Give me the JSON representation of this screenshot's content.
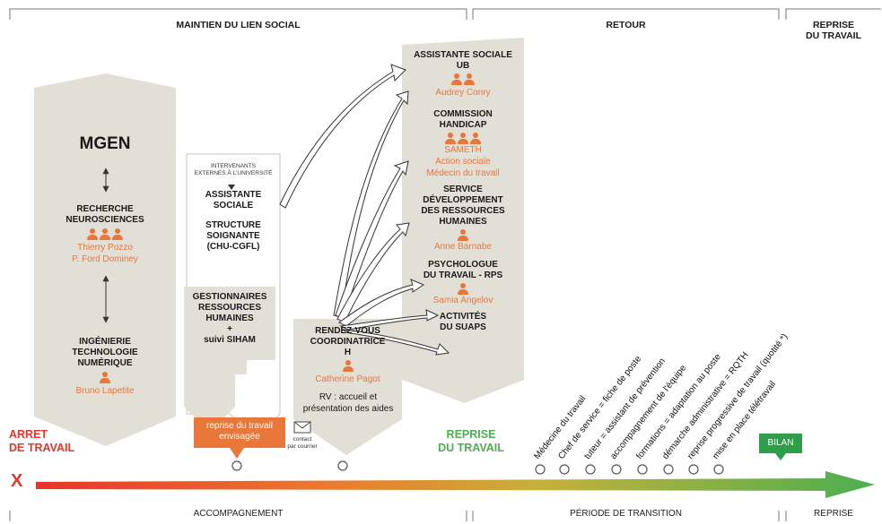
{
  "header": {
    "maintien": "MAINTIEN DU LIEN SOCIAL",
    "retour": "RETOUR",
    "reprise_line1": "REPRISE",
    "reprise_line2": "DU TRAVAIL"
  },
  "footer": {
    "accompagnement": "ACCOMPAGNEMENT",
    "transition": "PÉRIODE DE TRANSITION",
    "reprise": "REPRISE"
  },
  "mgen": {
    "title": "MGEN",
    "recherche": [
      "RECHERCHE",
      "NEUROSCIENCES"
    ],
    "recherche_people": [
      "Thierry Pozzo",
      "P. Ford Dominey"
    ],
    "ingenierie": [
      "INGÉNIERIE",
      "TECHNOLOGIE",
      "NUMÉRIQUE"
    ],
    "ingenierie_people": [
      "Bruno Lapetite"
    ]
  },
  "externes": {
    "intro": [
      "INTERVENANTS",
      "EXTERNES À L'UNIVERSITÉ"
    ],
    "assistante": [
      "ASSISTANTE",
      "SOCIALE"
    ],
    "structure": [
      "STRUCTURE",
      "SOIGNANTE",
      "(CHU-CGFL)"
    ]
  },
  "gestionnaires": [
    "GESTIONNAIRES",
    "RESSOURCES",
    "HUMAINES",
    "+",
    "suivi SIHAM"
  ],
  "rdv": {
    "title": [
      "RENDEZ-VOUS",
      "COORDINATRICE",
      "H"
    ],
    "person": "Catherine Pagot",
    "desc": [
      "RV : accueil et",
      "présentation des aides"
    ]
  },
  "retour_panel": {
    "assistante_ub": [
      "ASSISTANTE SOCIALE",
      "UB"
    ],
    "assistante_ub_person": "Audrey Conry",
    "commission": [
      "COMMISSION",
      "HANDICAP"
    ],
    "commission_people": [
      "SAMETH",
      "Action sociale",
      "Médecin du travail"
    ],
    "service": [
      "SERVICE",
      "DÉVELOPPEMENT",
      "DES RESSOURCES",
      "HUMAINES"
    ],
    "service_person": "Anne Barnabe",
    "psychologue": [
      "PSYCHOLOGUE",
      "DU TRAVAIL - RPS"
    ],
    "psychologue_person": "Samia Angelov",
    "activites": [
      "ACTIVITÉS",
      "DU SUAPS"
    ]
  },
  "timeline": {
    "arret": [
      "ARRET",
      "DE TRAVAIL"
    ],
    "x_mark": "X",
    "reprise_envisagee": [
      "reprise du travail",
      "envisagée"
    ],
    "contact": [
      "contact",
      "par courrier"
    ],
    "reprise_travail": [
      "REPRISE",
      "DU TRAVAIL"
    ],
    "bilan": "BILAN",
    "steps": [
      "Médecine du travail",
      "Chef de service = fiche de poste",
      "tuteur = assistant de prévention",
      "accompagnement de l'équipe",
      "formations = adaptation au poste",
      "démarche administrative = RQTH",
      "reprise progressive de travail (quotité *)",
      "mise en place télétravail"
    ]
  },
  "colors": {
    "panel": "#e2dfd6",
    "orange": "#e9773a",
    "red": "#e8342a",
    "green": "#4caf50",
    "bilan_green": "#2f9e4a"
  }
}
